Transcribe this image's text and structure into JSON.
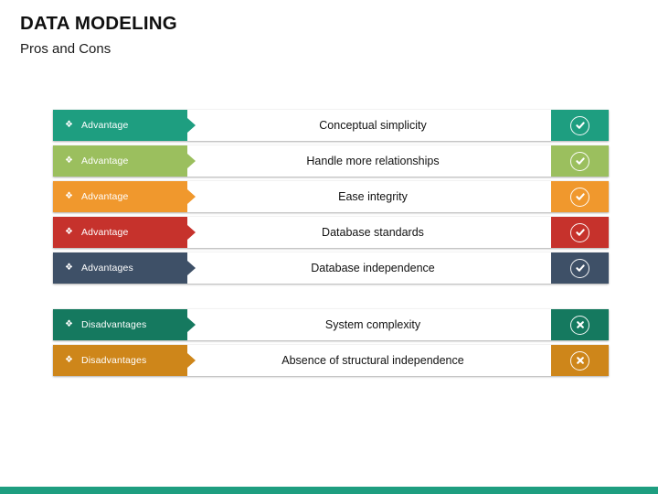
{
  "slide": {
    "title": "DATA MODELING",
    "subtitle": "Pros and Cons",
    "bottom_bar_color": "#1E9E80",
    "background": "#FFFFFF"
  },
  "icons": {
    "bullet": "diamond-bullet-icon",
    "positive": "check-circle-icon",
    "negative": "cross-circle-icon"
  },
  "groups": [
    {
      "id": "advantages",
      "rows": [
        {
          "label": "Advantage",
          "text": "Conceptual simplicity",
          "color": "#1E9E80",
          "mark": "check"
        },
        {
          "label": "Advantage",
          "text": "Handle more relationships",
          "color": "#9BBF5E",
          "mark": "check"
        },
        {
          "label": "Advantage",
          "text": "Ease integrity",
          "color": "#F0982D",
          "mark": "check"
        },
        {
          "label": "Advantage",
          "text": "Database standards",
          "color": "#C6322C",
          "mark": "check"
        },
        {
          "label": "Advantages",
          "text": "Database independence",
          "color": "#3E5067",
          "mark": "check"
        }
      ]
    },
    {
      "id": "disadvantages",
      "rows": [
        {
          "label": "Disadvantages",
          "text": "System complexity",
          "color": "#15795F",
          "mark": "cross"
        },
        {
          "label": "Disadvantages",
          "text": "Absence of structural independence",
          "color": "#CE861A",
          "mark": "cross"
        }
      ]
    }
  ]
}
